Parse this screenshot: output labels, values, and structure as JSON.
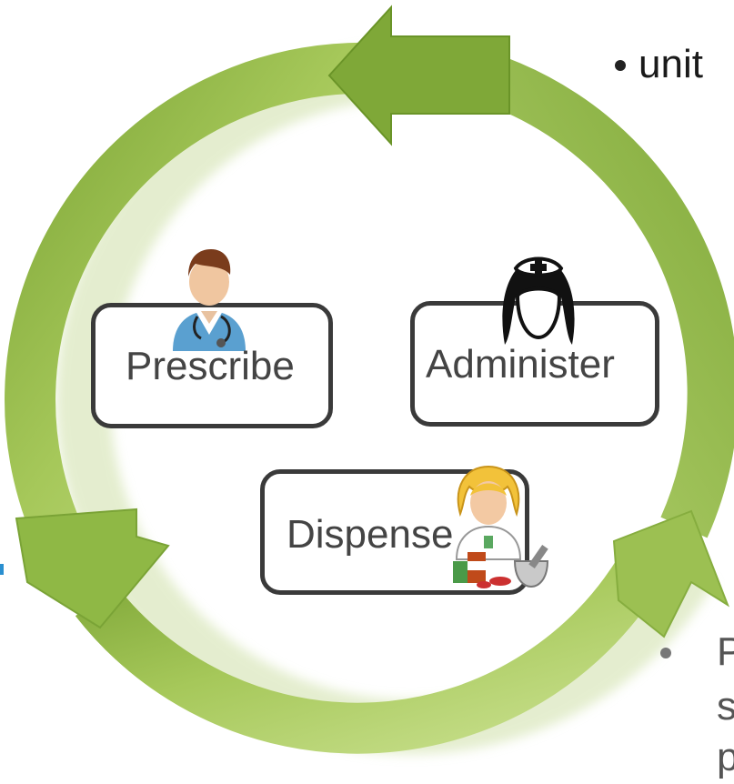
{
  "diagram": {
    "nodes": [
      {
        "id": "prescribe",
        "label": "Prescribe",
        "icon": "doctor-icon"
      },
      {
        "id": "administer",
        "label": "Administer",
        "icon": "nurse-icon"
      },
      {
        "id": "dispense",
        "label": "Dispense",
        "icon": "pharmacist-icon"
      }
    ],
    "cycle_direction": "counter-clockwise",
    "colors": {
      "arrow_dark": "#6f9a2a",
      "arrow_light": "#bcd67a",
      "arrow_shadow": "#dce9c0",
      "box_border": "#3a3a3a",
      "label_text": "#444444",
      "accent_blue": "#2a8fd0"
    }
  },
  "side_text": {
    "top_right_fragment": "unit",
    "bottom_right_line1": "P",
    "bottom_right_line2": "s",
    "bottom_right_line3": "p"
  }
}
